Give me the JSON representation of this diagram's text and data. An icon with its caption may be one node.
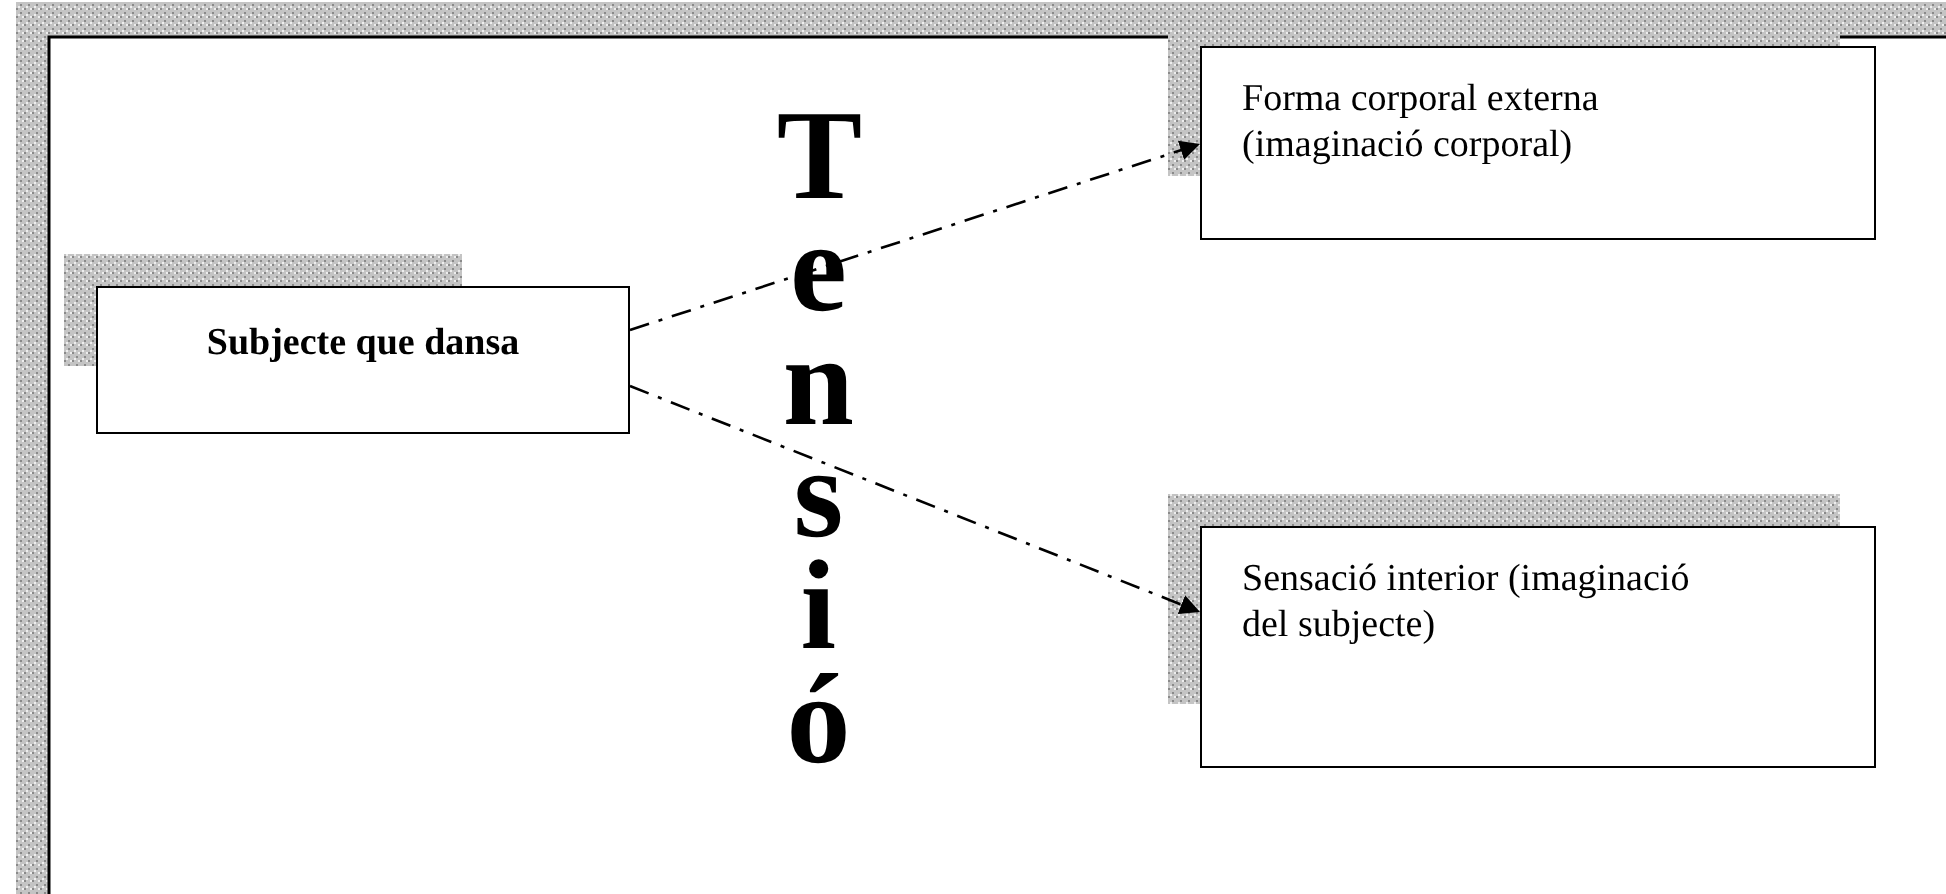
{
  "diagram": {
    "nodes": [
      {
        "text": [
          "Subjecte que dansa"
        ]
      },
      {
        "text": [
          "Forma corporal externa (imaginació corporal)"
        ]
      },
      {
        "text": [
          "Sensació interior (imaginació del subjecte)"
        ]
      }
    ],
    "edges": [
      {
        "from": 0,
        "to": 1,
        "arrow": "to",
        "style": "dashed"
      },
      {
        "from": 0,
        "to": 2,
        "arrow": "to",
        "style": "dashed"
      }
    ],
    "labels": [
      "Tensió"
    ]
  }
}
